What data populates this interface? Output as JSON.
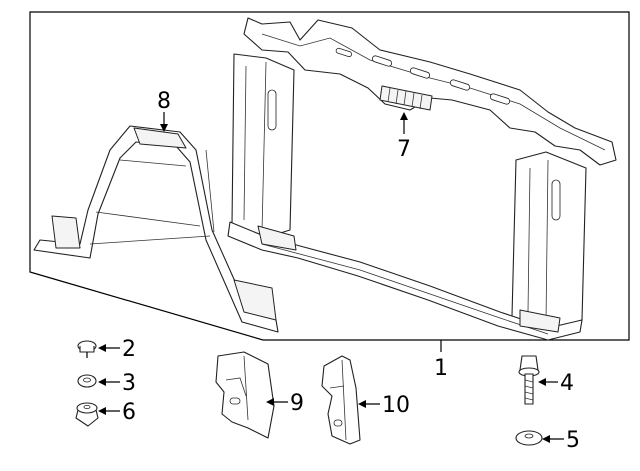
{
  "diagram": {
    "callouts": {
      "c1": "1",
      "c2": "2",
      "c3": "3",
      "c4": "4",
      "c5": "5",
      "c6": "6",
      "c7": "7",
      "c8": "8",
      "c9": "9",
      "c10": "10"
    },
    "parts": [
      "radiator-support-assembly",
      "upper-tie-bar",
      "center-brace",
      "clip",
      "nut",
      "bolt",
      "washer",
      "push-retainer",
      "left-bracket",
      "right-bracket"
    ]
  }
}
